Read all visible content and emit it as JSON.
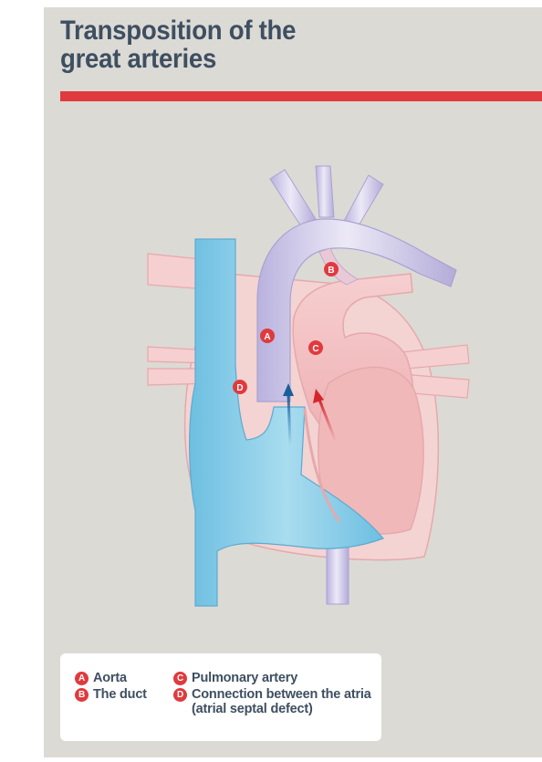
{
  "title": {
    "line1": "Transposition of the",
    "line2": "great arteries"
  },
  "colors": {
    "background": "#dcdad5",
    "title": "#3e4f61",
    "accent_red": "#e03a3e",
    "oxygenated": "#f3c3c4",
    "deoxygenated": "#8dcde6",
    "aorta": "#cfcbe8"
  },
  "markers": {
    "A": "A",
    "B": "B",
    "C": "C",
    "D": "D"
  },
  "legend": [
    {
      "badge": "A",
      "lines": [
        "Aorta"
      ]
    },
    {
      "badge": "B",
      "lines": [
        "The duct"
      ]
    },
    {
      "badge": "C",
      "lines": [
        "Pulmonary artery"
      ]
    },
    {
      "badge": "D",
      "lines": [
        "Connection between the atria",
        "(atrial septal defect)"
      ]
    }
  ]
}
